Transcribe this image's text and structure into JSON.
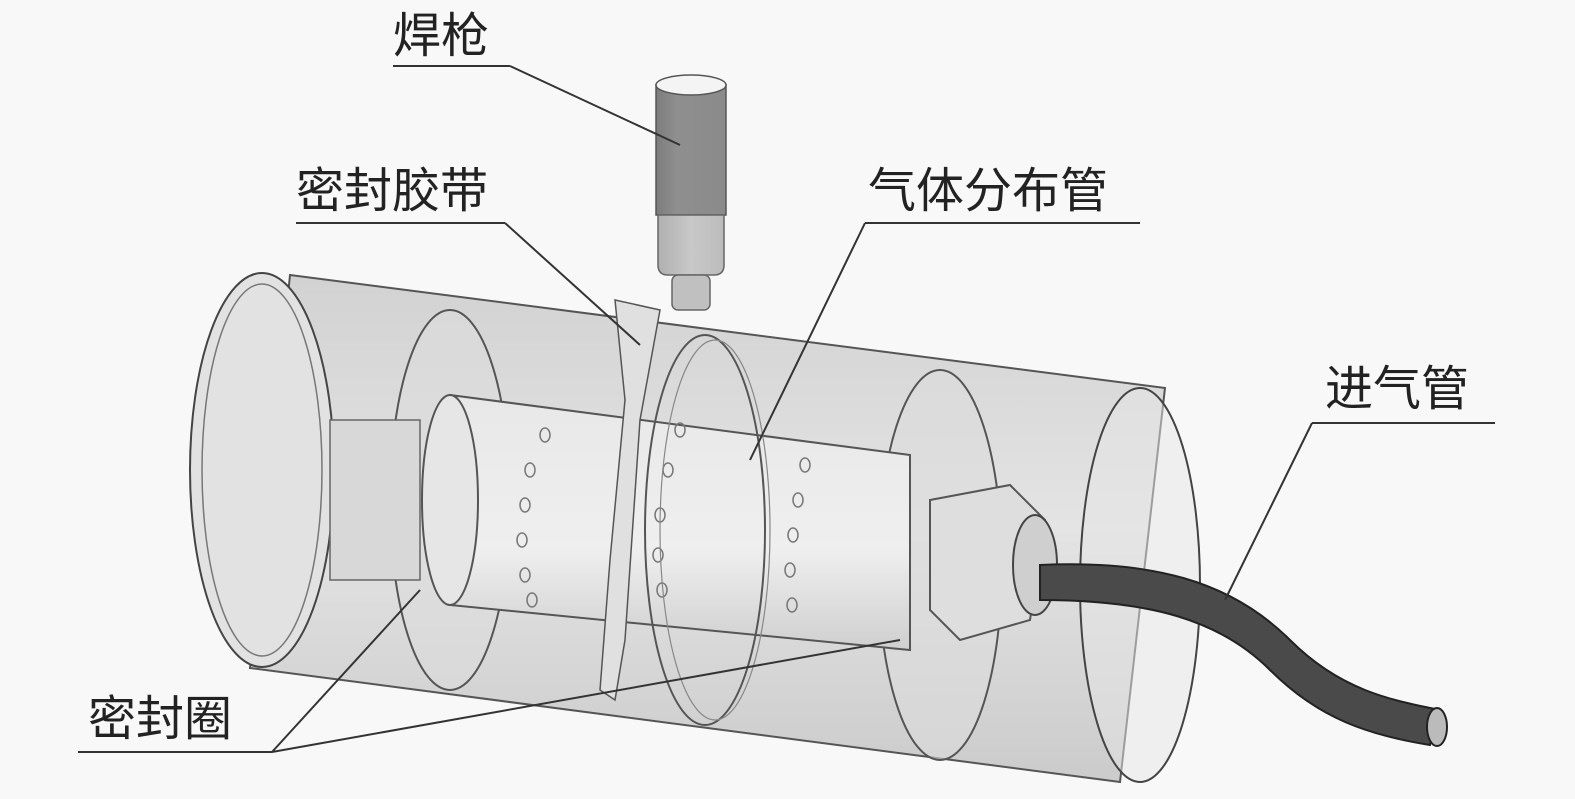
{
  "labels": {
    "torch": "焊枪",
    "tape": "密封胶带",
    "distributor": "气体分布管",
    "inlet": "进气管",
    "seal": "密封圈"
  },
  "colors": {
    "background": "#f8f8f8",
    "tube": "#d6d6d6",
    "torch_dark": "#8a8a8a",
    "hose": "#4a4a4a"
  }
}
